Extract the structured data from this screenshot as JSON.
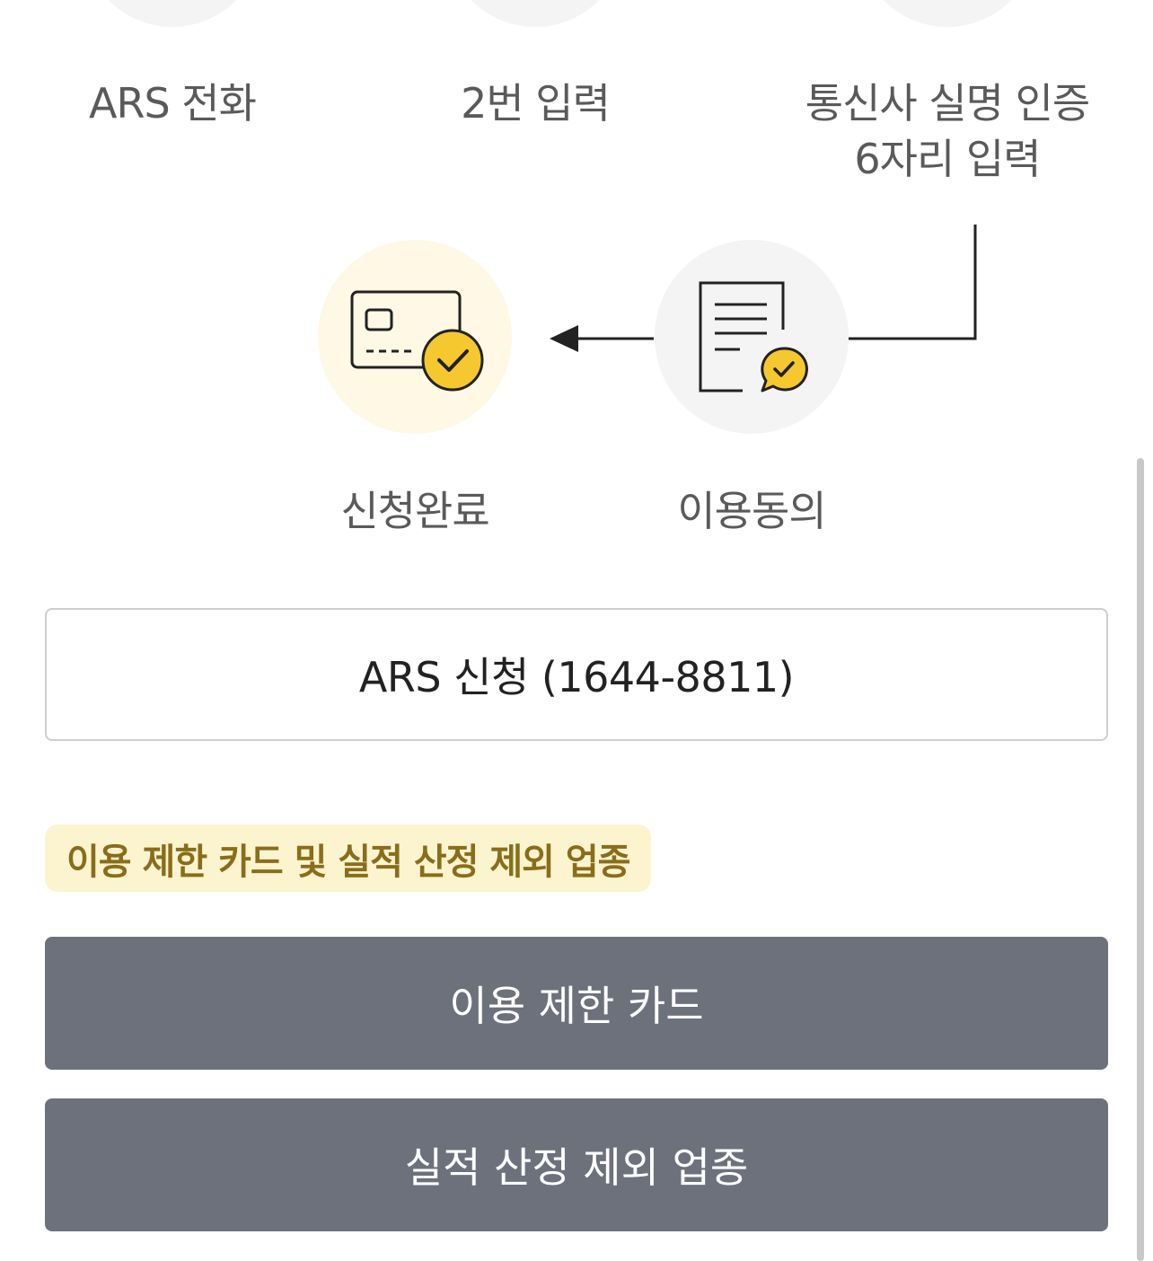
{
  "steps": {
    "ars_call": "ARS 전화",
    "input_two": "2번 입력",
    "carrier_verify": "통신사 실명 인증\n6자리 입력",
    "agreement": "이용동의",
    "completed": "신청완료"
  },
  "ars_button": {
    "label": "ARS 신청 (1644-8811)"
  },
  "notice": {
    "label": "이용 제한 카드 및 실적 산정 제외 업종"
  },
  "buttons": {
    "restricted_cards": "이용 제한 카드",
    "excluded_merchants": "실적 산정 제외 업종"
  },
  "colors": {
    "accent_yellow": "#f5c830",
    "badge_bg": "#fcf4cf",
    "badge_text": "#8a6d1a",
    "button_gray": "#6d717c"
  },
  "icons": {
    "completed": "card-check-icon",
    "agreement": "document-chat-check-icon"
  }
}
